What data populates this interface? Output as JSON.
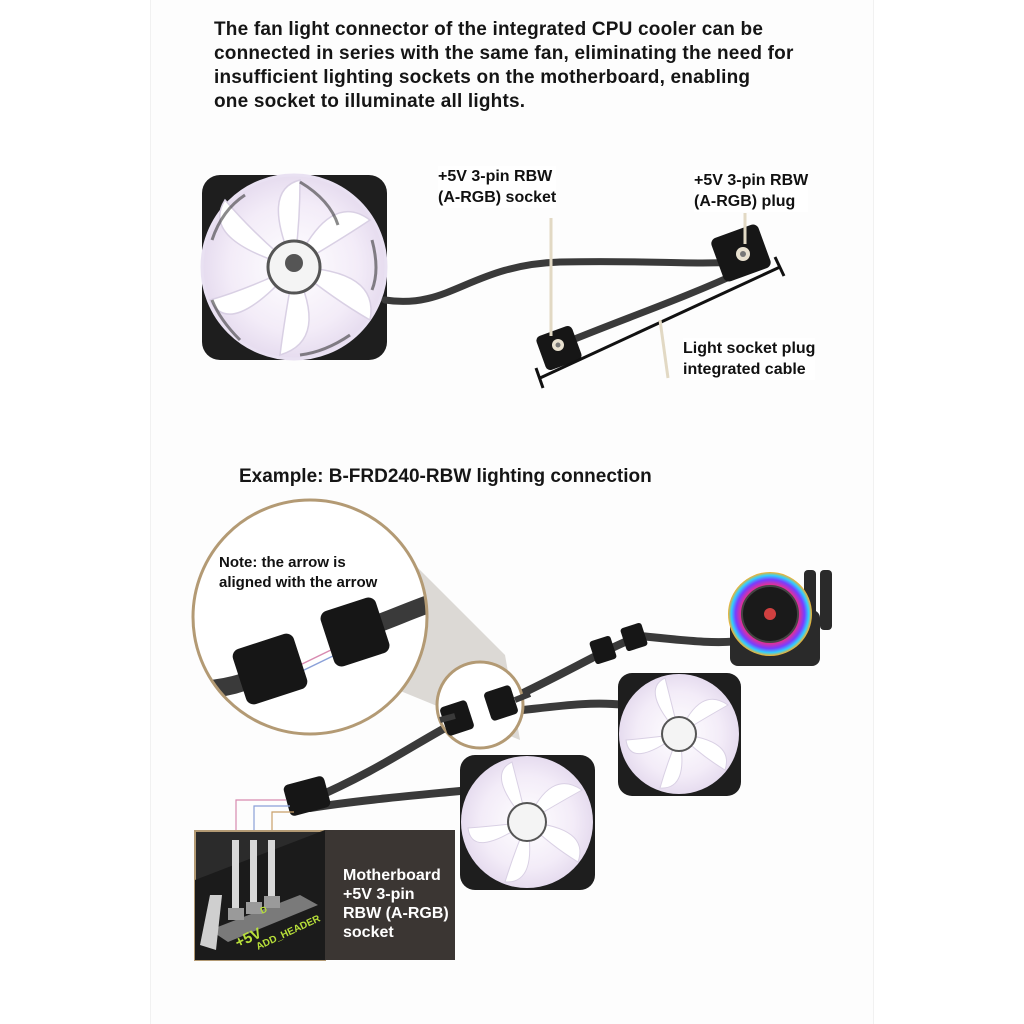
{
  "intro": {
    "line1": "The fan light connector of the integrated CPU cooler can be",
    "line2": "connected in series with the same fan, eliminating the need for",
    "line3": " insufficient lighting sockets on the motherboard, enabling",
    "line4": "one socket to illuminate all lights."
  },
  "labels": {
    "socket_line1": "+5V 3-pin RBW",
    "socket_line2": "(A-RGB) socket",
    "plug_line1": "+5V 3-pin RBW",
    "plug_line2": "(A-RGB) plug",
    "cable_line1": "Light socket plug",
    "cable_line2": "integrated cable"
  },
  "example_title": "Example: B-FRD240-RBW lighting connection",
  "note": {
    "line1": "Note: the arrow is",
    "line2": "aligned with the arrow"
  },
  "motherboard_label": {
    "line1": "Motherboard",
    "line2": "+5V 3-pin",
    "line3": "RBW (A-RGB)",
    "line4": "socket"
  },
  "header_silkscreen": {
    "voltage": "+5V",
    "pin": "D",
    "name": "ADD_HEADER"
  },
  "colors": {
    "fan_frame": "#1e1e1e",
    "fan_blade": "#f6f0fa",
    "cable": "#3a3a3a",
    "connector": "#161616",
    "magnifier_border": "#b39a74",
    "magnifier_fill": "#c4c0bb",
    "motherboard_box": "#3b3633",
    "silkscreen_green": "#b8e03a"
  },
  "icons": [
    "fan-icon",
    "cpu-cooler-pump-icon",
    "connector-icon",
    "magnifier-icon",
    "header-pin-icon"
  ]
}
